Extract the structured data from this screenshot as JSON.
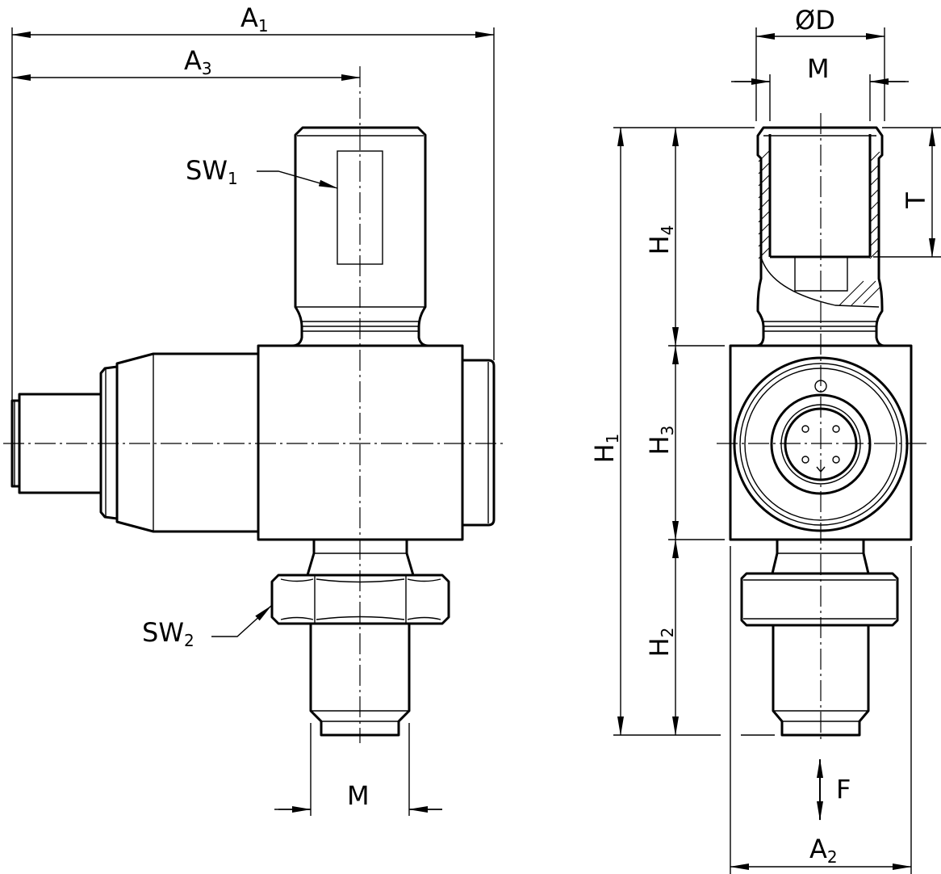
{
  "labels": {
    "a1": "A",
    "a1_sub": "1",
    "a3": "A",
    "a3_sub": "3",
    "sw1": "SW",
    "sw1_sub": "1",
    "sw2": "SW",
    "sw2_sub": "2",
    "m_bottom": "M",
    "d_top": "ØD",
    "m_top": "M",
    "t": "T",
    "h1": "H",
    "h1_sub": "1",
    "h2": "H",
    "h2_sub": "2",
    "h3": "H",
    "h3_sub": "3",
    "h4": "H",
    "h4_sub": "4",
    "f": "F",
    "a2": "A",
    "a2_sub": "2"
  }
}
